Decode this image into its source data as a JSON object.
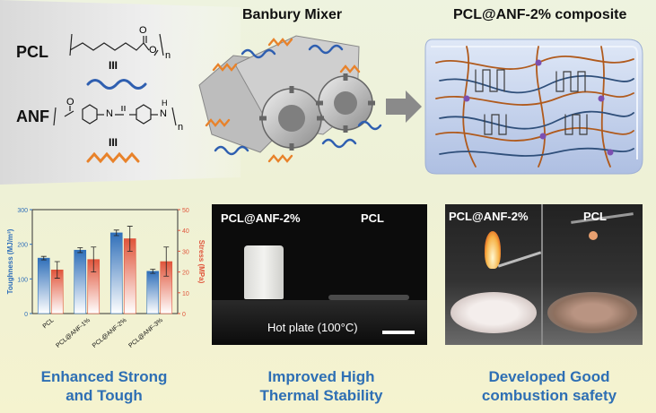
{
  "top": {
    "mixer_title": "Banbury Mixer",
    "composite_title": "PCL@ANF-2%  composite",
    "pcl_label": "PCL",
    "anf_label": "ANF",
    "pcl_n": "n",
    "anf_n": "n",
    "anf_nh1": "N",
    "anf_nh2": "N",
    "anf_h": "H",
    "o_label": "O",
    "pcl_o": "O",
    "equiv": "III",
    "colors": {
      "pcl_chain": "#2f5fb0",
      "anf_chain": "#e8822a",
      "arrow": "#8a8a8a"
    }
  },
  "chart_data": {
    "type": "bar",
    "categories": [
      "PCL",
      "PCL@ANF-1%",
      "PCL@ANF-2%",
      "PCL@ANF-3%"
    ],
    "series": [
      {
        "name": "Toughness",
        "values": [
          160,
          183,
          233,
          122
        ],
        "errors": [
          5,
          7,
          8,
          6
        ],
        "color": "#2f6fb9"
      },
      {
        "name": "Stress",
        "values": [
          21,
          26,
          36,
          25
        ],
        "errors": [
          4,
          6,
          6,
          7
        ],
        "color": "#e0553b"
      }
    ],
    "ylabel_left": "Toughness (MJ/m³)",
    "ylabel_right": "Stress (MPa)",
    "ylim_left": [
      0,
      300
    ],
    "ylim_right": [
      0,
      50
    ],
    "left_ticks": [
      "0",
      "100",
      "200",
      "300"
    ],
    "right_ticks": [
      "0",
      "10",
      "20",
      "30",
      "40",
      "50"
    ]
  },
  "thermal": {
    "label_left": "PCL@ANF-2%",
    "label_right": "PCL",
    "hotplate": "Hot plate (100°C)"
  },
  "combustion": {
    "label_left": "PCL@ANF-2%",
    "label_right": "PCL"
  },
  "captions": {
    "c1_line1": "Enhanced Strong",
    "c1_line2": "and Tough",
    "c2_line1": "Improved High",
    "c2_line2": "Thermal Stability",
    "c3_line1": "Developed Good",
    "c3_line2": "combustion safety"
  }
}
